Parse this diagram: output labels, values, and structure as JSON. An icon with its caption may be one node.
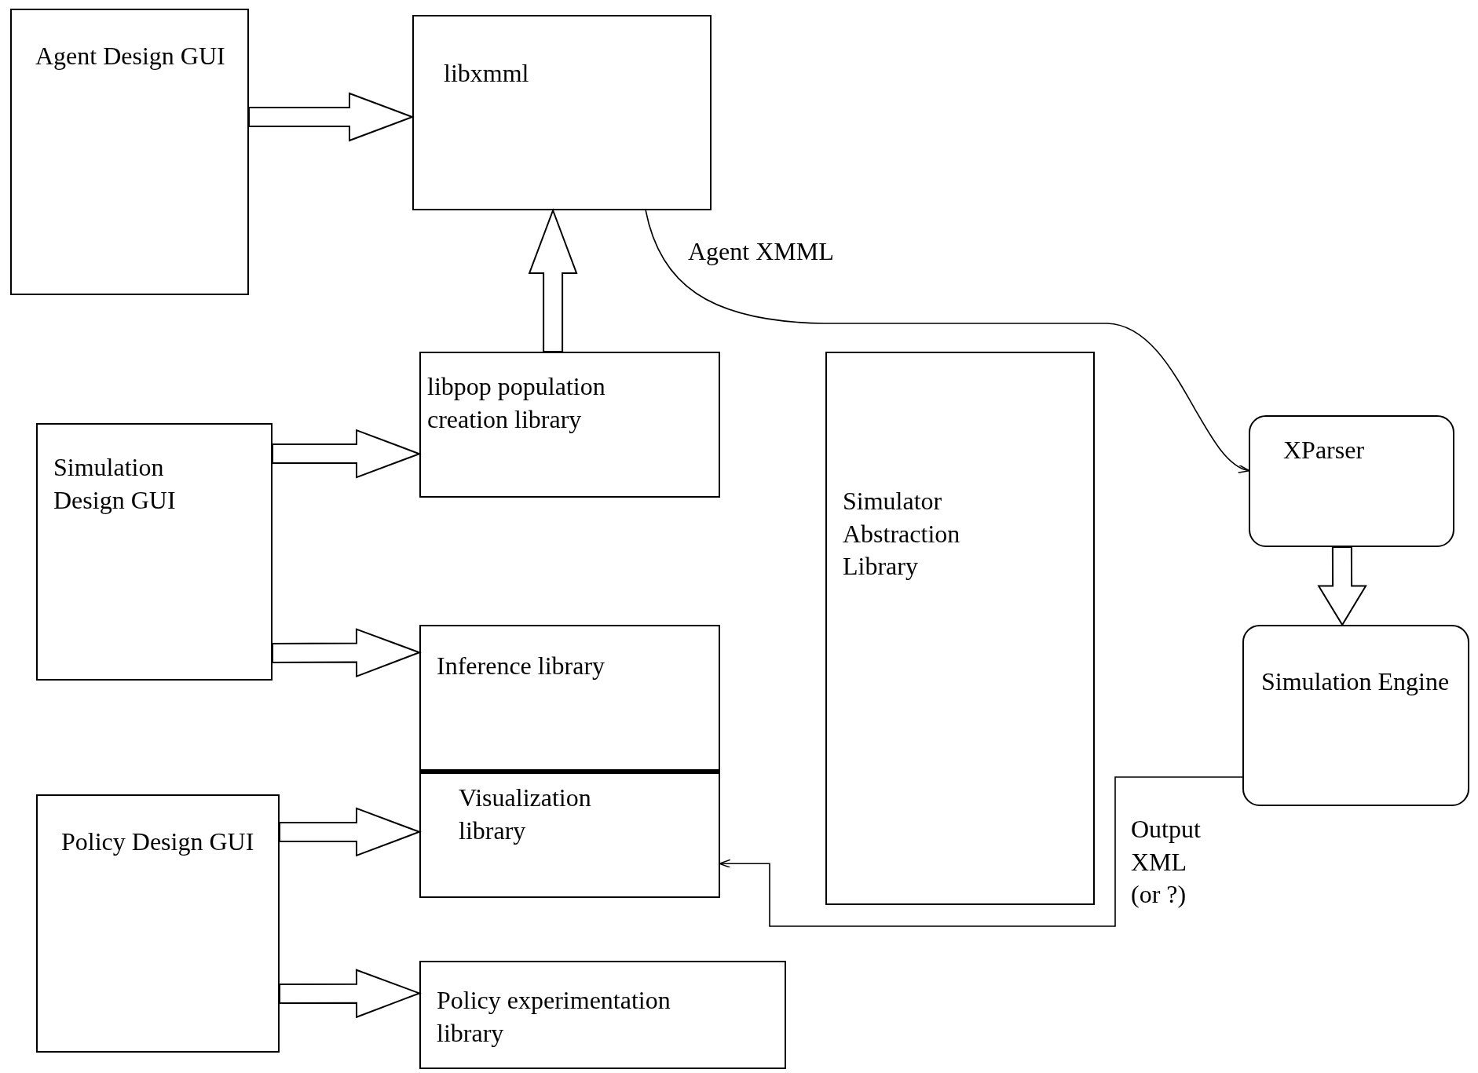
{
  "diagram": {
    "nodes": [
      {
        "text": [
          "Agent Design GUI"
        ]
      },
      {
        "text": [
          "libxmml"
        ]
      },
      {
        "text": [
          "libpop population creation library"
        ]
      },
      {
        "text": [
          "Simulation Design GUI"
        ]
      },
      {
        "text": [
          "Inference library"
        ]
      },
      {
        "text": [
          "Visualization library"
        ]
      },
      {
        "text": [
          "Policy Design GUI"
        ]
      },
      {
        "text": [
          "Policy experimentation library"
        ]
      },
      {
        "text": [
          "Simulator Abstraction Library"
        ]
      },
      {
        "text": [
          "XParser"
        ]
      },
      {
        "text": [
          "Simulation Engine"
        ]
      }
    ],
    "edges": [
      {
        "from": 0,
        "to": 1,
        "arrow": "to",
        "style": "thick"
      },
      {
        "from": 2,
        "to": 1,
        "arrow": "to",
        "style": "thick"
      },
      {
        "from": 3,
        "to": 2,
        "arrow": "to",
        "style": "thick"
      },
      {
        "from": 3,
        "to": 4,
        "arrow": "to",
        "style": "thick"
      },
      {
        "from": 1,
        "to": 9,
        "arrow": "to",
        "label": "Agent XMML"
      },
      {
        "from": 10,
        "to": 5,
        "arrow": "to",
        "label": "Output XML (or ?)"
      },
      {
        "from": 6,
        "to": 5,
        "arrow": "to",
        "style": "thick"
      },
      {
        "from": 6,
        "to": 7,
        "arrow": "to",
        "style": "thick"
      },
      {
        "from": 9,
        "to": 10,
        "arrow": "to",
        "style": "thick"
      }
    ]
  }
}
